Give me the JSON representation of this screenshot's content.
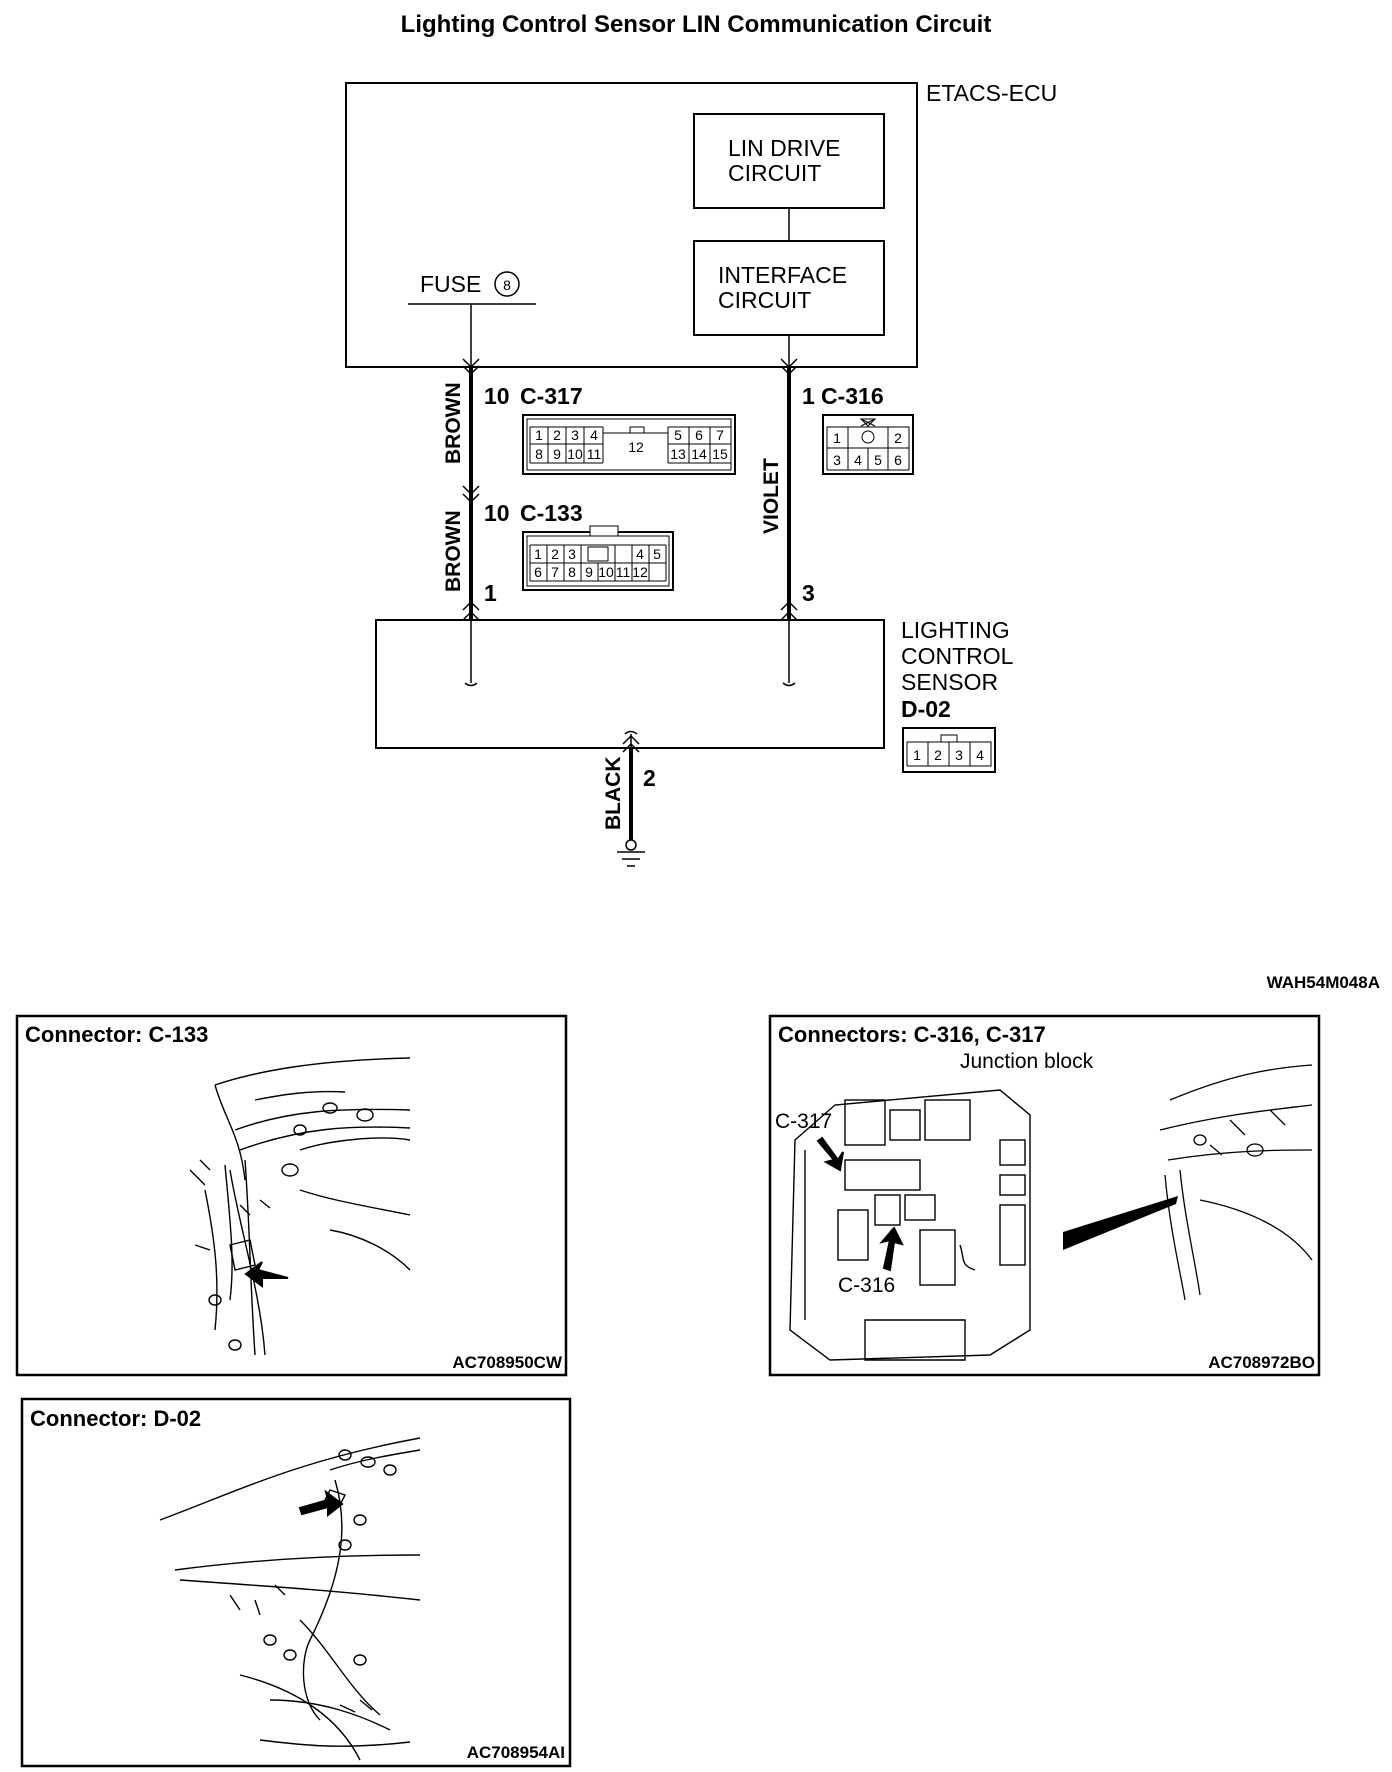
{
  "diagram": {
    "title": "Lighting Control Sensor LIN Communication Circuit",
    "figure_code": "WAH54M048A",
    "ecu": {
      "label": "ETACS-ECU",
      "lin_drive": [
        "LIN DRIVE",
        "CIRCUIT"
      ],
      "interface": [
        "INTERFACE",
        "CIRCUIT"
      ],
      "fuse_label": "FUSE",
      "fuse_number": "8"
    },
    "sensor": {
      "label": [
        "LIGHTING",
        "CONTROL",
        "SENSOR"
      ],
      "connector": "D-02"
    },
    "wires": {
      "brown_upper": "BROWN",
      "brown_lower": "BROWN",
      "violet": "VIOLET",
      "black": "BLACK"
    },
    "pins": {
      "c317_pin": "10",
      "c317_name": "C-317",
      "c133_pin": "10",
      "c133_name": "C-133",
      "c316_pin": "1",
      "c316_name": "C-316",
      "sensor_pin_brown": "1",
      "sensor_pin_violet": "3",
      "sensor_pin_black": "2"
    },
    "connector_faces": {
      "c317_top": [
        "1",
        "2",
        "3",
        "4",
        "5",
        "6",
        "7"
      ],
      "c317_bottom": [
        "8",
        "9",
        "10",
        "11",
        "13",
        "14",
        "15"
      ],
      "c317_center": "12",
      "c133_top": [
        "1",
        "2",
        "3",
        "4",
        "5"
      ],
      "c133_bottom": [
        "6",
        "7",
        "8",
        "9",
        "10",
        "11",
        "12"
      ],
      "c316_top": [
        "1",
        "2"
      ],
      "c316_bottom": [
        "3",
        "4",
        "5",
        "6"
      ],
      "d02": [
        "1",
        "2",
        "3",
        "4"
      ]
    }
  },
  "panels": {
    "c133": {
      "title": "Connector: C-133",
      "code": "AC708950CW"
    },
    "c316_c317": {
      "title": "Connectors: C-316, C-317",
      "subtitle": "Junction block",
      "callout_c317": "C-317",
      "callout_c316": "C-316",
      "code": "AC708972BO"
    },
    "d02": {
      "title": "Connector: D-02",
      "code": "AC708954AI"
    }
  }
}
